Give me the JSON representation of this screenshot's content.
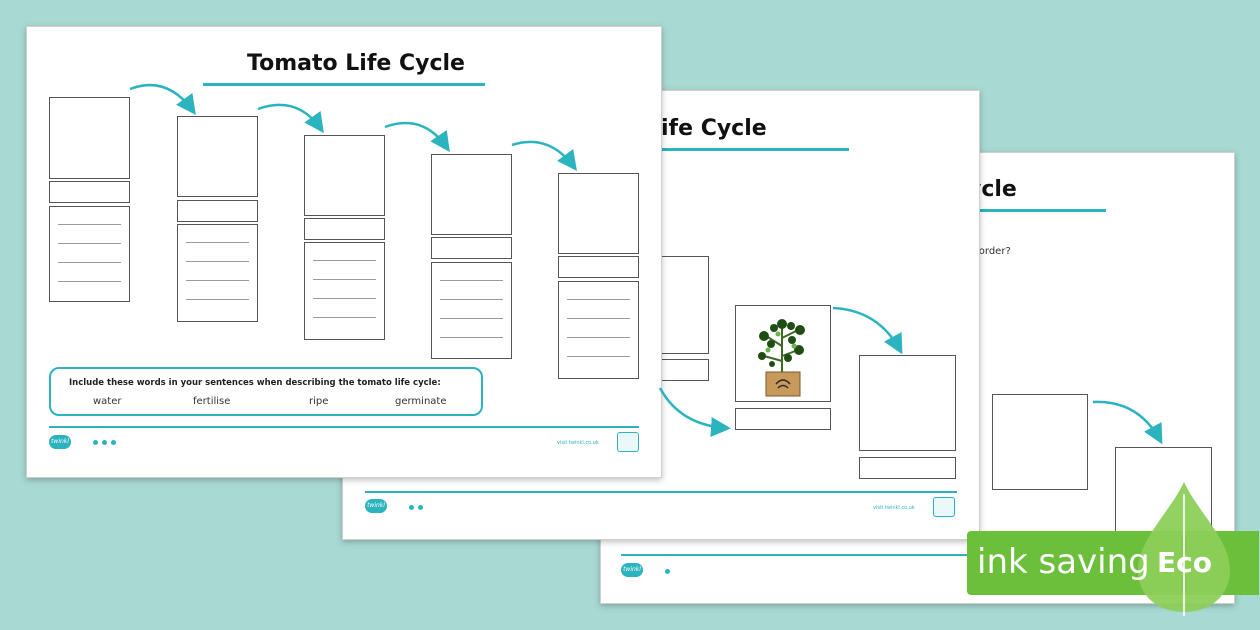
{
  "sheet1": {
    "title": "Tomato Life Cycle",
    "instruction": "Include these words in your sentences when describing the tomato life cycle:",
    "words": [
      "water",
      "fertilise",
      "ripe",
      "germinate"
    ],
    "logo_text": "twinkl",
    "url_text": "visit twinkl.co.uk"
  },
  "sheet2": {
    "title_partial": "ife Cycle",
    "logo_text": "twinkl",
    "url_text": "visit twinkl.co.uk"
  },
  "sheet3": {
    "title_partial": "ycle",
    "subtitle_partial": "ght order?",
    "logo_text": "twinkl"
  },
  "eco": {
    "label": "ink saving",
    "badge": "Eco",
    "colors": {
      "banner": "#6bbf3a",
      "drop": "#8ccf5a"
    }
  },
  "colors": {
    "background": "#a9d9d3",
    "accent": "#2bb3bf"
  }
}
